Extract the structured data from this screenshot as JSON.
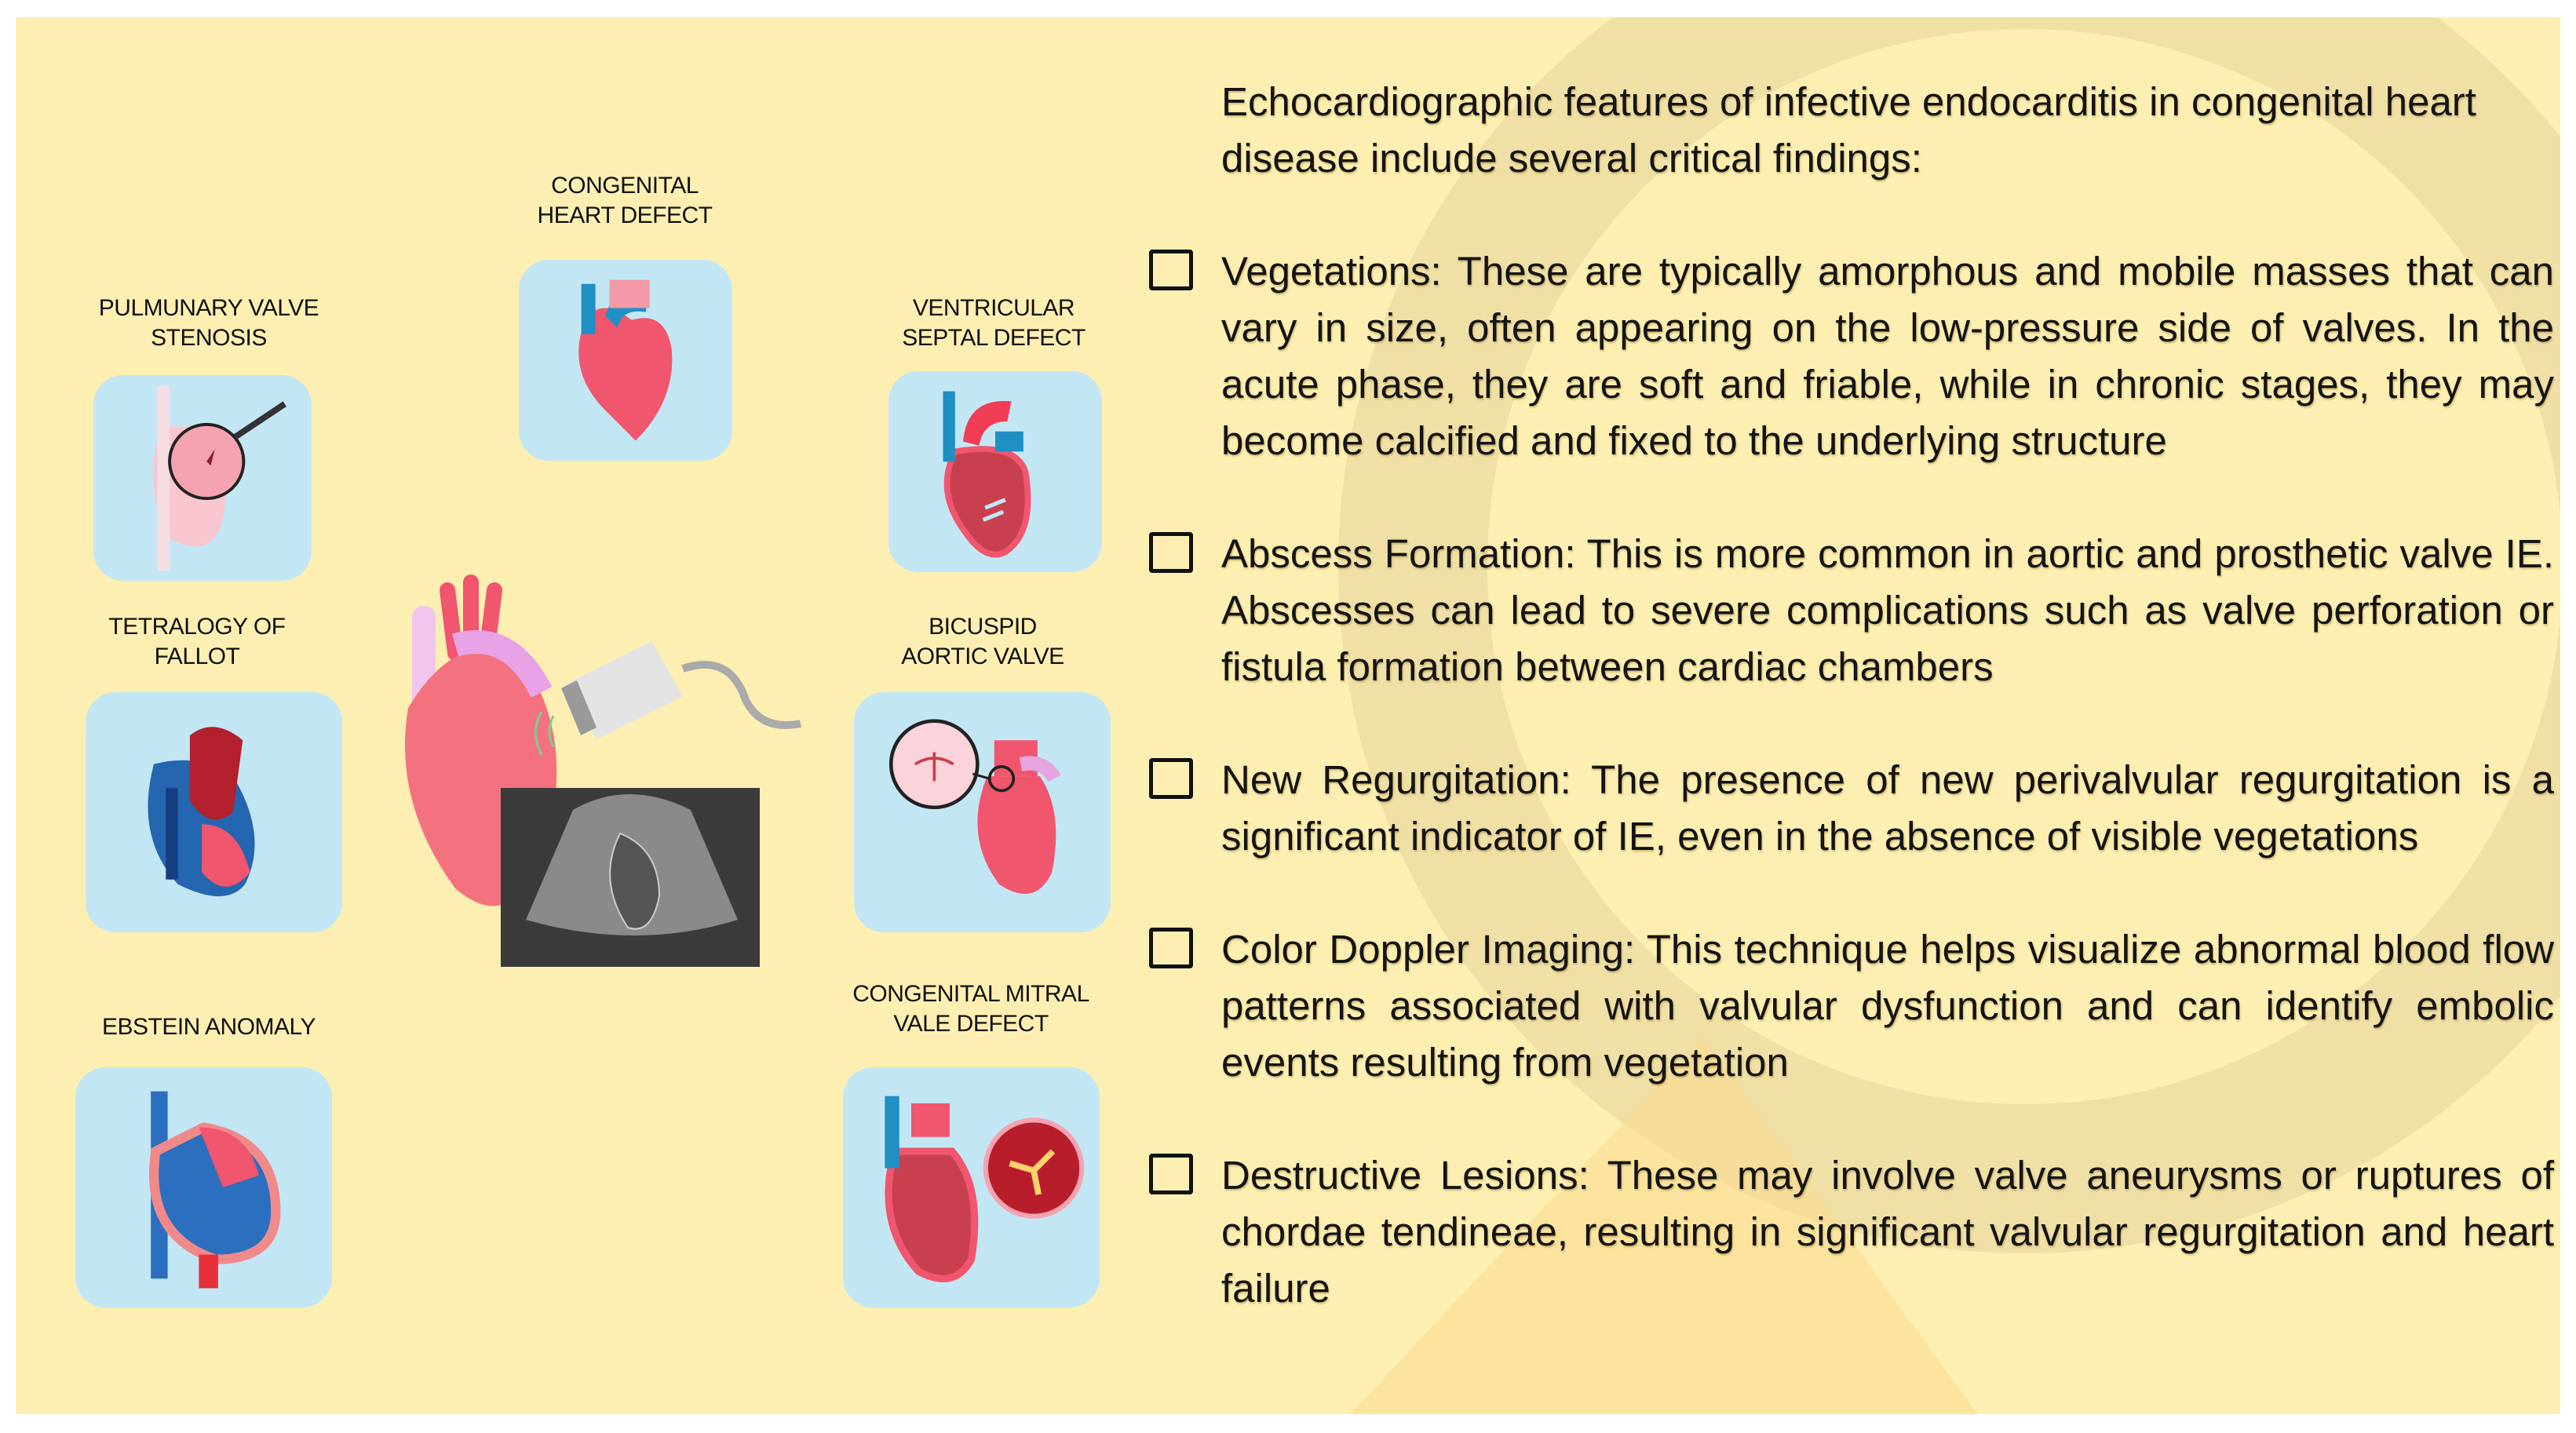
{
  "labels": {
    "congenital_heart_defect": [
      "CONGENITAL",
      "HEART DEFECT"
    ],
    "pulmonary_valve_stenosis": [
      "PULMUNARY VALVE",
      "STENOSIS"
    ],
    "ventricular_septal_defect": [
      "VENTRICULAR",
      "SEPTAL DEFECT"
    ],
    "tetralogy_of_fallot": [
      "TETRALOGY OF",
      "FALLOT"
    ],
    "bicuspid_aortic_valve": [
      "BICUSPID",
      "AORTIC VALVE"
    ],
    "ebstein_anomaly": [
      "EBSTEIN ANOMALY"
    ],
    "congenital_mitral_valve_defect": [
      "CONGENITAL MITRAL",
      "VALE DEFECT"
    ]
  },
  "intro": "Echocardiographic features of infective endocarditis  in congenital heart disease include several critical findings:",
  "findings": [
    {
      "text": "Vegetations: These are typically amorphous and mobile masses that can vary in size, often appearing on the low-pressure side of valves. In the acute phase, they are soft and friable, while in chronic stages, they may become calcified and fixed to the underlying structure",
      "checked": false
    },
    {
      "text": "Abscess Formation: This is more common in aortic and prosthetic valve IE. Abscesses can lead to severe complications such as valve perforation or fistula formation between cardiac chambers",
      "checked": false
    },
    {
      "text": "New Regurgitation: The presence of new perivalvular regurgitation is a significant indicator of IE, even in the absence of visible vegetations",
      "checked": false
    },
    {
      "text": "Color Doppler Imaging: This technique helps visualize abnormal blood flow patterns associated with valvular dysfunction and can identify embolic events resulting from vegetation",
      "checked": false
    },
    {
      "text": "Destructive Lesions: These may involve valve aneurysms or ruptures of chordae tendineae, resulting in significant valvular regurgitation and heart failure",
      "checked": false
    }
  ],
  "colors": {
    "background": "#fdefb2",
    "card": "#c3e6f5",
    "heart": "#f0566e",
    "vessel_blue": "#1f8fc4"
  }
}
